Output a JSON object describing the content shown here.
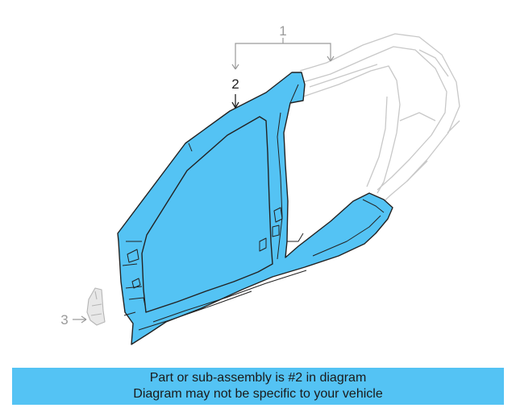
{
  "callouts": {
    "one": "1",
    "two": "2",
    "three": "3"
  },
  "banner": {
    "line1": "Part or sub-assembly is #2 in diagram",
    "line2": "Diagram may not be specific to your vehicle"
  },
  "colors": {
    "highlight_part": "#54c3f4",
    "ghost_part": "#c8c8c8",
    "banner_bg": "#54c3f4"
  }
}
